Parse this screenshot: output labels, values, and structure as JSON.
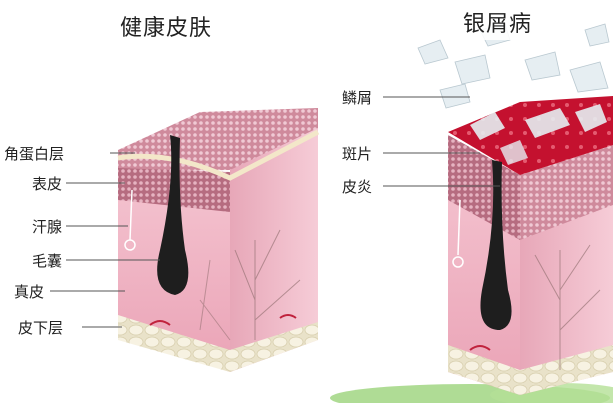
{
  "titles": {
    "healthy": "健康皮肤",
    "psoriasis": "银屑病"
  },
  "labels_left": {
    "stratum_corneum": "角蛋白层",
    "epidermis": "表皮",
    "sweat_gland": "汗腺",
    "hair_follicle": "毛囊",
    "dermis": "真皮",
    "subcutis": "皮下层"
  },
  "labels_right": {
    "scale": "鳞屑",
    "plaque": "斑片",
    "inflammation": "皮炎"
  },
  "colors": {
    "dermis": "#f2b6c6",
    "epidermis": "#d98fa3",
    "keratin": "#f3e7c9",
    "fat": "#f4eeda",
    "plaque_red": "#c4112f",
    "scale_white": "#e6eef2",
    "grass": "#9bd37a",
    "follicle": "#1e1e1e"
  }
}
